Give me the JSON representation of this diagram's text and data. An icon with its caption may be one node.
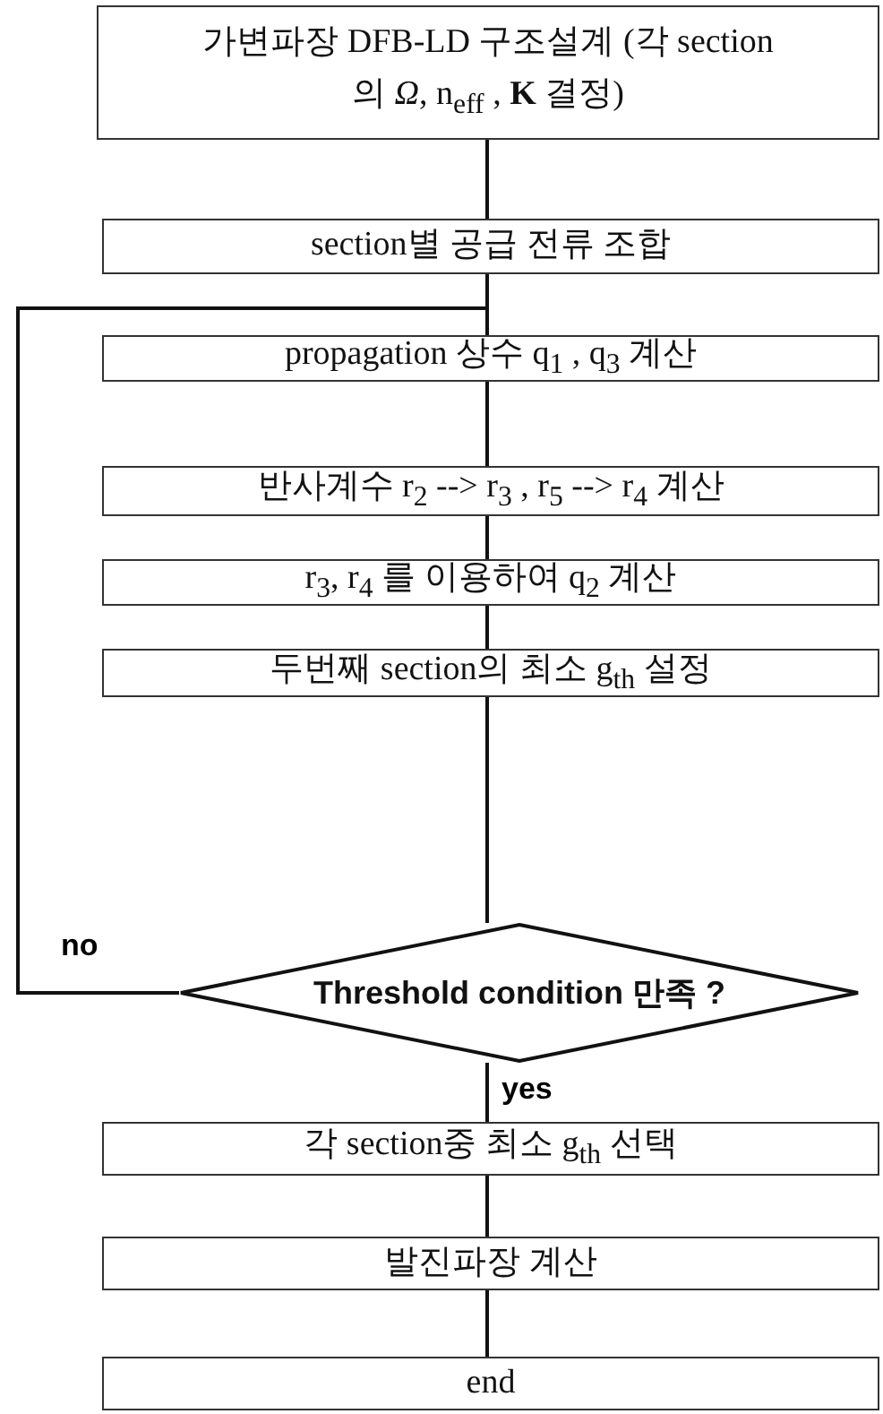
{
  "diagram": {
    "nodes": [
      {
        "text": [
          "가변파장 DFB-LD 구조설계 (각 section의 *Ω*, n$_{eff}$ , **K** 결정)"
        ]
      },
      {
        "text": [
          "section별 공급 전류 조합"
        ]
      },
      {
        "text": [
          "propagation 상수  q$_{1}$ , q$_{3}$ 계산"
        ]
      },
      {
        "text": [
          "반사계수 r$_{2}$ --> r$_{3}$  , r$_{5}$ --> r$_{4}$ 계산"
        ]
      },
      {
        "text": [
          "r$_{3}$, r$_{4}$ 를 이용하여 q$_{2}$ 계산"
        ]
      },
      {
        "text": [
          "두번째 section의 최소 g$_{th}$ 설정"
        ]
      },
      {
        "text": [
          "Threshold condition 만족 ?"
        ]
      },
      {
        "text": [
          "각 section중 최소 g$_{th}$ 선택"
        ]
      },
      {
        "text": [
          "발진파장 계산"
        ]
      },
      {
        "text": [
          "end"
        ]
      }
    ],
    "edges": [
      {
        "from": 0,
        "to": 1,
        "arrow": "none"
      },
      {
        "from": 1,
        "to": 2,
        "arrow": "none"
      },
      {
        "from": 2,
        "to": 3,
        "arrow": "none"
      },
      {
        "from": 3,
        "to": 4,
        "arrow": "none"
      },
      {
        "from": 4,
        "to": 5,
        "arrow": "none"
      },
      {
        "from": 5,
        "to": 6,
        "arrow": "none"
      },
      {
        "from": 6,
        "to": 7,
        "label": "yes",
        "arrow": "none"
      },
      {
        "from": 7,
        "to": 8,
        "arrow": "none"
      },
      {
        "from": 8,
        "to": 9,
        "arrow": "none"
      },
      {
        "from": 6,
        "to": 2,
        "label": "no",
        "arrow": "none"
      }
    ]
  }
}
